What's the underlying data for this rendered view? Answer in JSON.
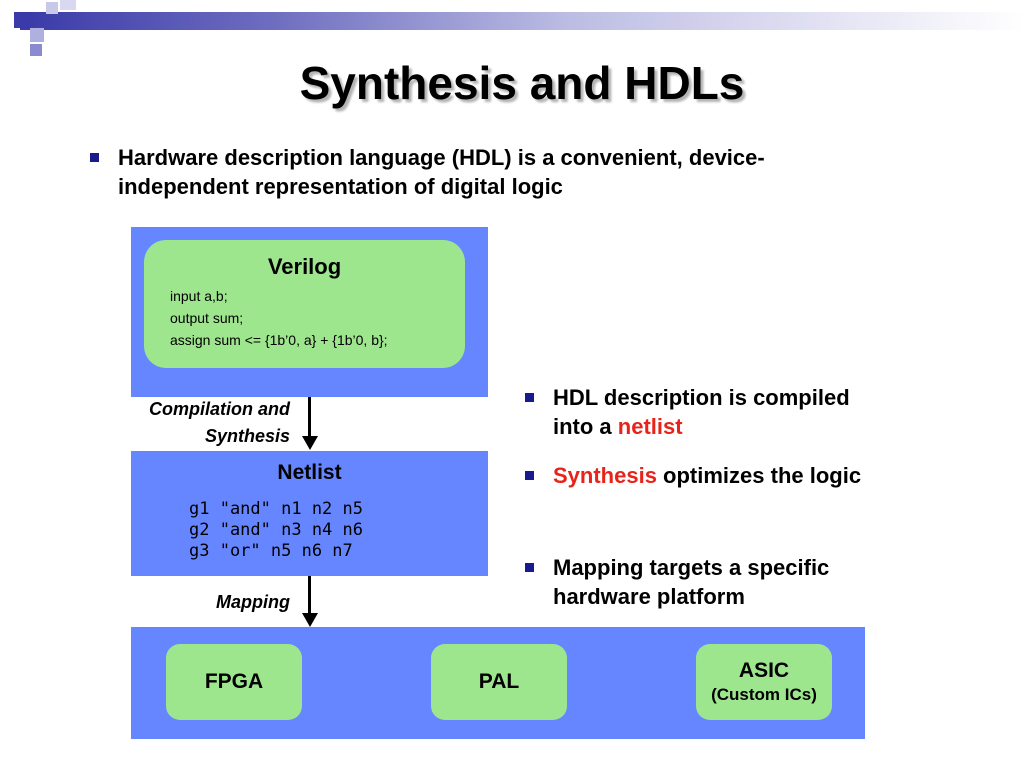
{
  "slide": {
    "title": "Synthesis and HDLs",
    "intro_bullet": {
      "line1": "Hardware description language (HDL) is a convenient, device-",
      "line2": "independent representation of digital logic"
    },
    "right_bullets": [
      {
        "line1": "HDL description is compiled",
        "line2_prefix": "into a ",
        "line2_highlight": "netlist"
      },
      {
        "highlight": "Synthesis",
        "rest": " optimizes the logic"
      },
      {
        "line1": "Mapping targets a specific",
        "line2": "hardware platform"
      }
    ]
  },
  "diagram": {
    "verilog": {
      "title": "Verilog",
      "code": [
        "input a,b;",
        "output sum;",
        "assign sum <= {1b’0, a} + {1b’0, b};"
      ]
    },
    "compile_label": {
      "line1": "Compilation and",
      "line2": "Synthesis"
    },
    "netlist": {
      "title": "Netlist",
      "lines": [
        "g1 \"and\" n1 n2 n5",
        "g2 \"and\" n3 n4 n6",
        "g3 \"or\" n5 n6 n7"
      ]
    },
    "mapping_label": "Mapping",
    "targets": [
      {
        "label": "FPGA",
        "sub": ""
      },
      {
        "label": "PAL",
        "sub": ""
      },
      {
        "label": "ASIC",
        "sub": "(Custom ICs)"
      }
    ]
  },
  "colors": {
    "blue_box": "#6686ff",
    "green_box": "#9ee68e",
    "highlight_red": "#e8231a",
    "bullet_marker": "#1a1a8c"
  }
}
